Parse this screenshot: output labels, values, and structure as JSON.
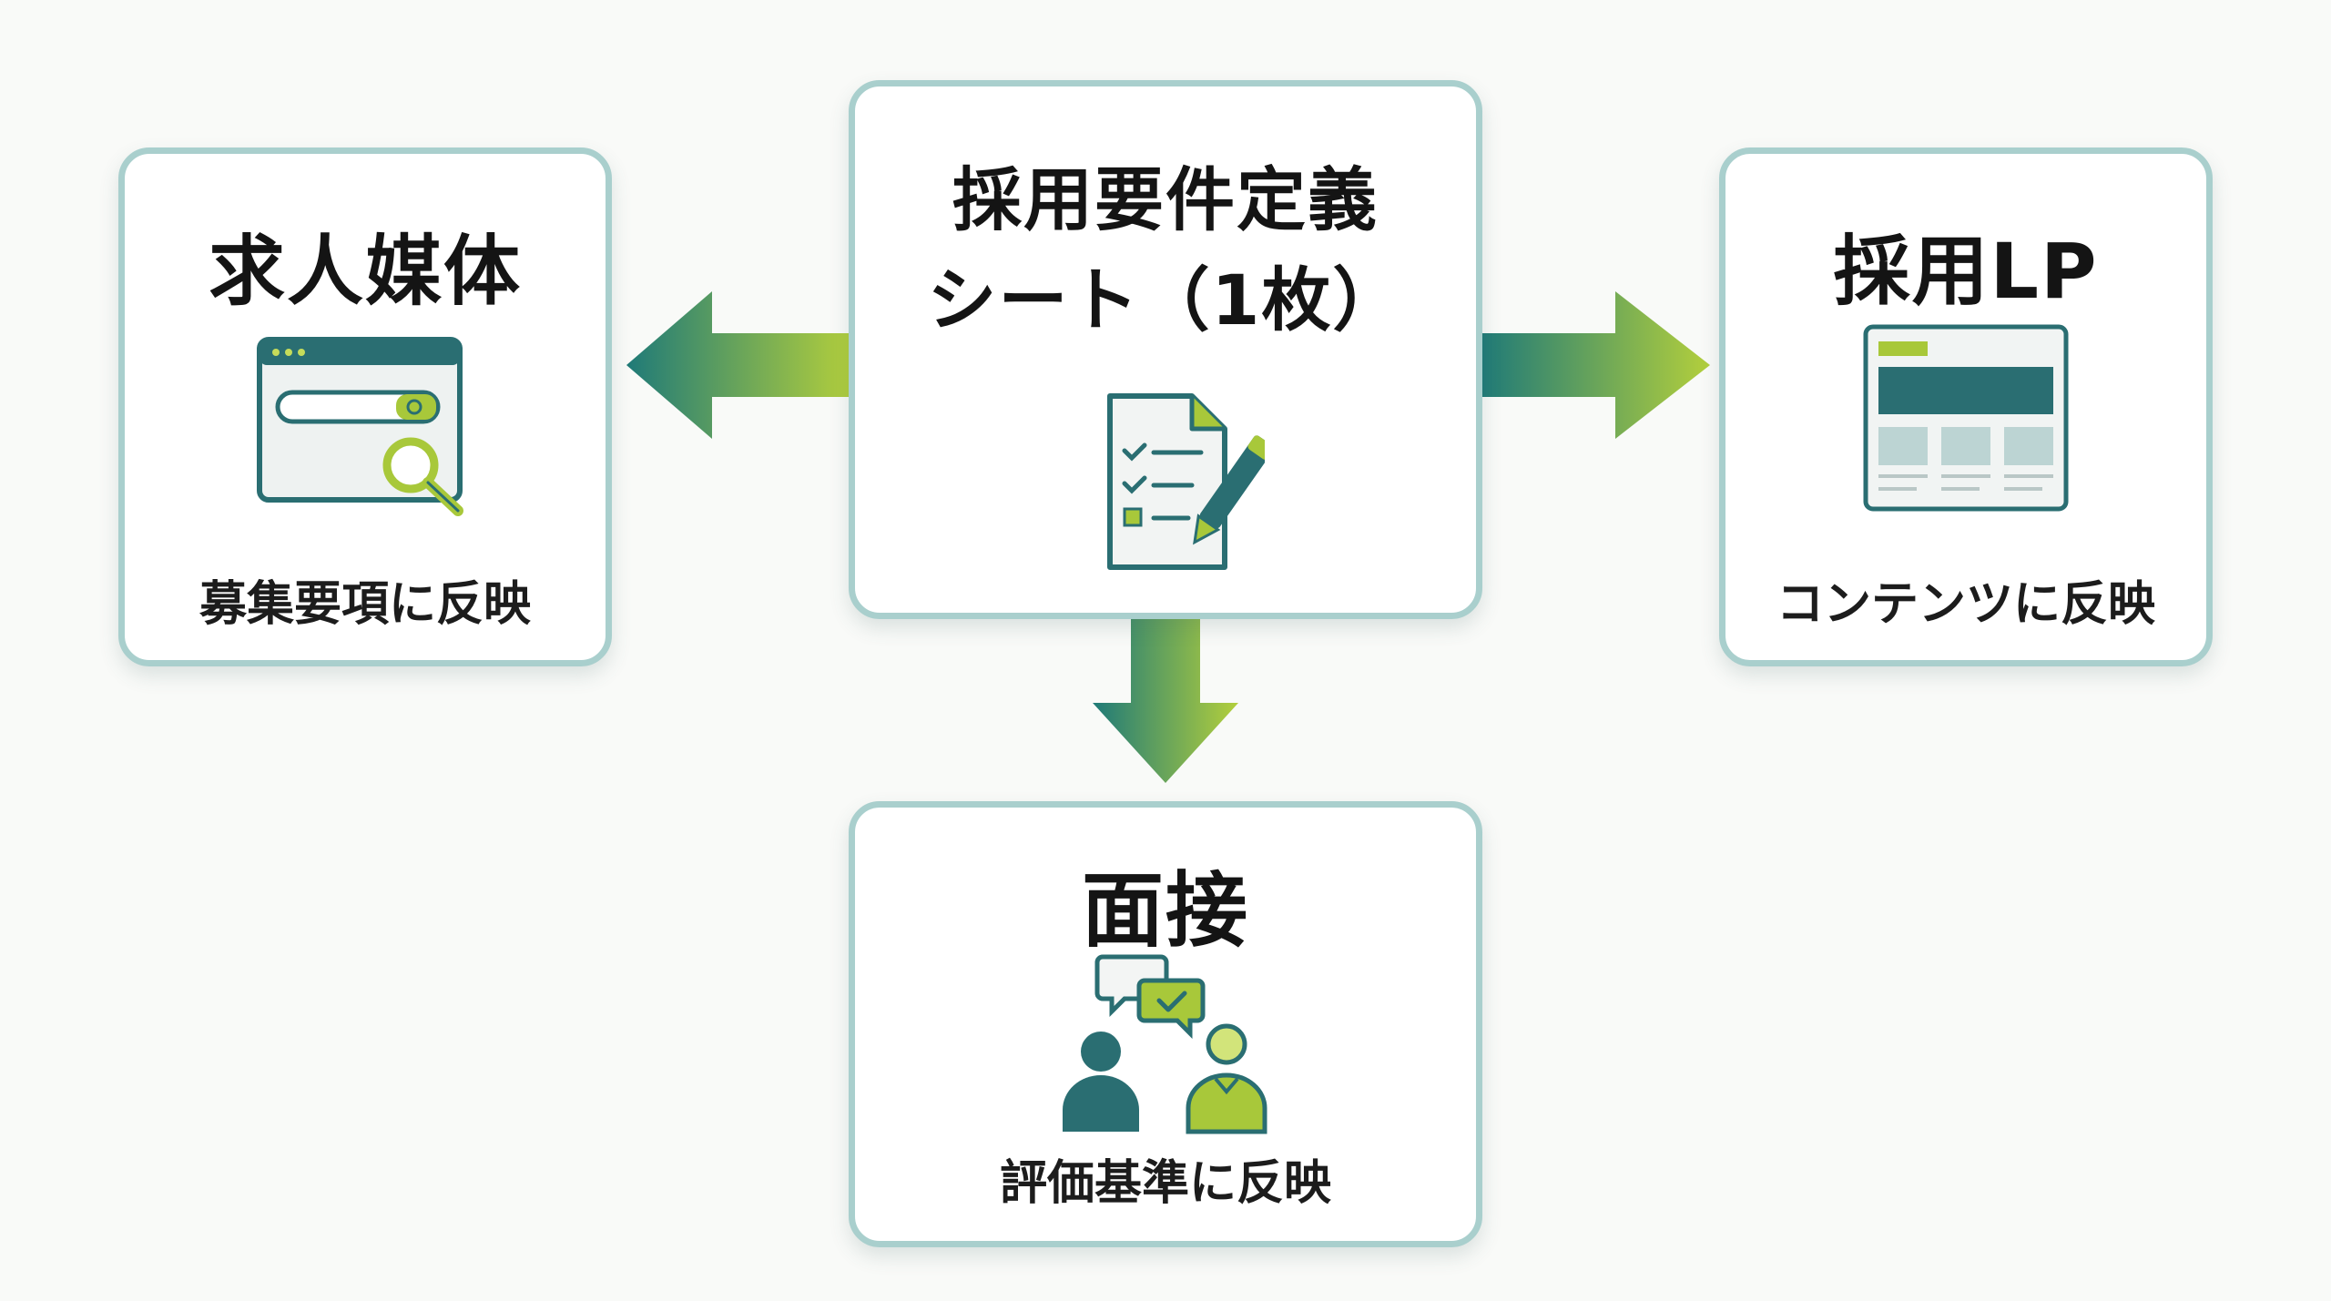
{
  "colors": {
    "teal": "#2a7277",
    "green": "#a8c83a",
    "border": "#a9cfcd"
  },
  "nodes": {
    "media": {
      "title": "求人媒体",
      "subtitle": "募集要項に反映",
      "icon": "browser-search-icon"
    },
    "center": {
      "title_line1": "採用要件定義",
      "title_line2": "シート（1枚）",
      "icon": "checklist-document-pen-icon"
    },
    "lp": {
      "title": "採用LP",
      "subtitle": "コンテンツに反映",
      "icon": "landing-page-layout-icon"
    },
    "interview": {
      "title": "面接",
      "subtitle": "評価基準に反映",
      "icon": "two-people-conversation-icon"
    }
  },
  "edges": [
    {
      "from": "center",
      "to": "media"
    },
    {
      "from": "center",
      "to": "lp"
    },
    {
      "from": "center",
      "to": "interview"
    }
  ]
}
